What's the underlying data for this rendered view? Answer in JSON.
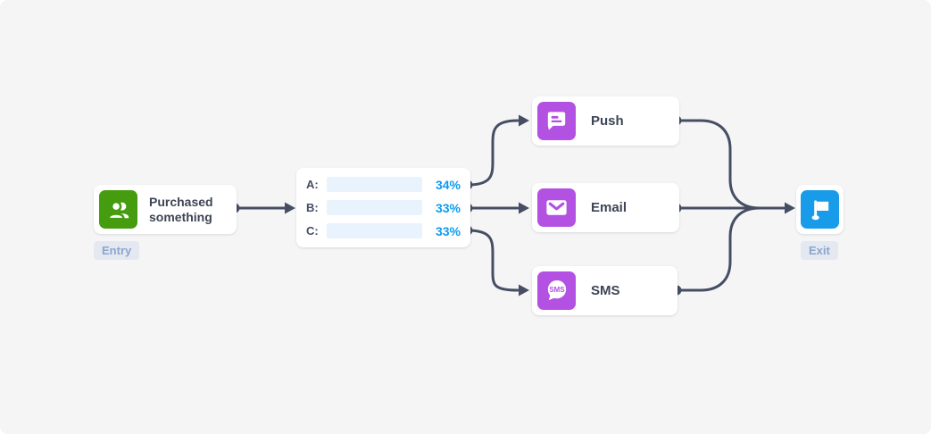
{
  "flow": {
    "entry": {
      "title": "Purchased something",
      "badge": "Entry",
      "icon": "people-icon"
    },
    "split": {
      "rows": [
        {
          "label": "A:",
          "percent": "34%",
          "value": 34
        },
        {
          "label": "B:",
          "percent": "33%",
          "value": 33
        },
        {
          "label": "C:",
          "percent": "33%",
          "value": 33
        }
      ]
    },
    "channels": {
      "push": {
        "label": "Push",
        "icon": "push-notification-icon"
      },
      "email": {
        "label": "Email",
        "icon": "envelope-icon"
      },
      "sms": {
        "label": "SMS",
        "icon": "sms-bubble-icon",
        "icon_text": "SMS"
      }
    },
    "exit": {
      "badge": "Exit",
      "icon": "flag-icon"
    }
  },
  "colors": {
    "canvas_bg": "#f5f5f6",
    "entry_icon_bg": "#459c0e",
    "channel_icon_bg": "#b351e2",
    "exit_icon_bg": "#189ce9",
    "bar_fill": "#18a3f4",
    "bar_track": "#e9f3fd",
    "percent_text": "#0d9bf2",
    "connector": "#454e63"
  }
}
